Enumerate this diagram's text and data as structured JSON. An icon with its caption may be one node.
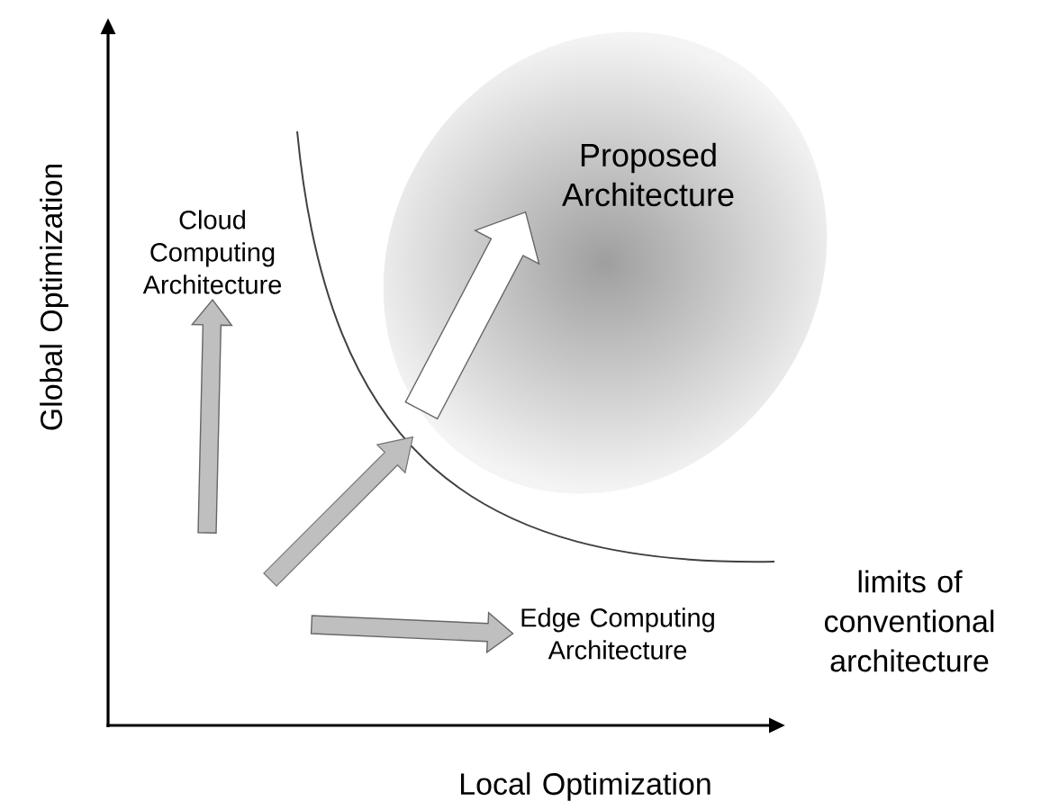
{
  "diagram": {
    "nodes": [
      {
        "text": [
          "Cloud Computing Architecture"
        ]
      },
      {
        "text": [
          "Edge Computing Architecture"
        ]
      },
      {
        "text": [
          "Proposed Architecture"
        ]
      }
    ],
    "edges": [
      {
        "from": null,
        "to": 0,
        "arrow": "to"
      },
      {
        "from": null,
        "to": 1,
        "arrow": "to"
      },
      {
        "from": null,
        "to": 2,
        "arrow": "to",
        "style": "thick",
        "color": "#ffffff"
      }
    ],
    "labels": [
      "Global Optimization",
      "limits of conventional architecture",
      "Local Optimization"
    ]
  }
}
